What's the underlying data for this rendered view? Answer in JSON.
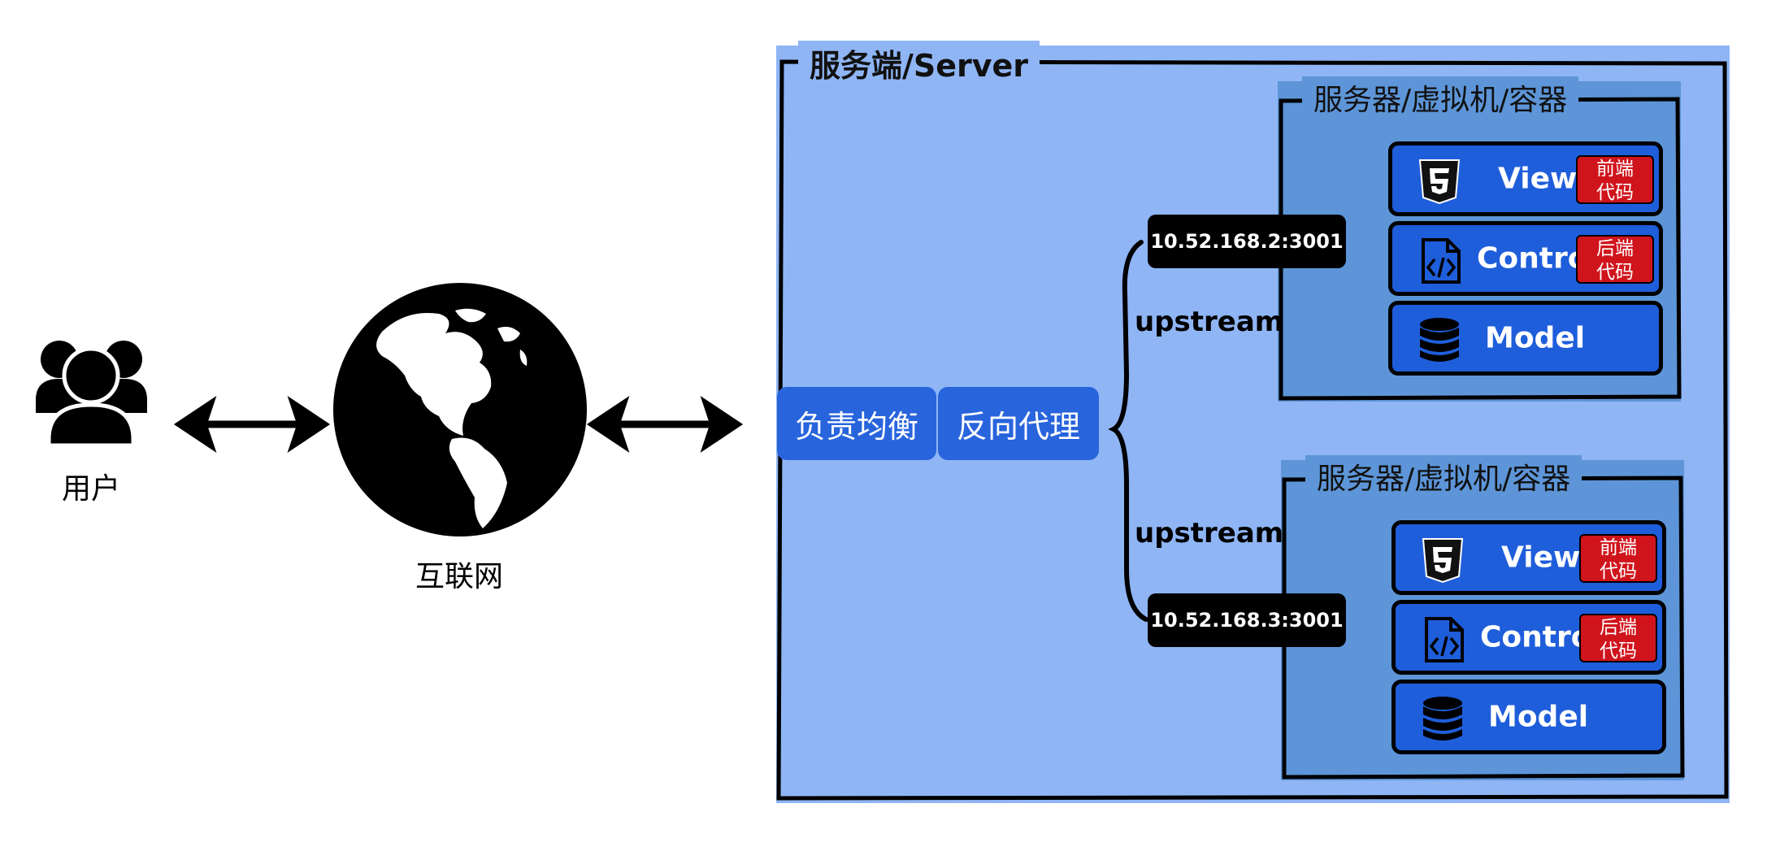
{
  "user": {
    "label": "用户",
    "icon": "users-icon"
  },
  "internet": {
    "label": "互联网",
    "icon": "globe-icon"
  },
  "server": {
    "title": "服务端/Server",
    "load_balance": "负责均衡",
    "reverse_proxy": "反向代理",
    "upstream_label": "upstream",
    "hosts": [
      {
        "title": "服务器/虚拟机/容器",
        "address": "10.52.168.2:3001",
        "layers": {
          "view": {
            "label": "View",
            "icon": "html5-icon",
            "tag": [
              "前端",
              "代码"
            ]
          },
          "control": {
            "label": "Control",
            "icon": "code-file-icon",
            "tag": [
              "后端",
              "代码"
            ]
          },
          "model": {
            "label": "Model",
            "icon": "database-icon"
          }
        }
      },
      {
        "title": "服务器/虚拟机/容器",
        "address": "10.52.168.3:3001",
        "layers": {
          "view": {
            "label": "View",
            "icon": "html5-icon",
            "tag": [
              "前端",
              "代码"
            ]
          },
          "control": {
            "label": "Control",
            "icon": "code-file-icon",
            "tag": [
              "后端",
              "代码"
            ]
          },
          "model": {
            "label": "Model",
            "icon": "database-icon"
          }
        }
      }
    ]
  },
  "colors": {
    "server_bg": "#8fb5f5",
    "host_bg": "#5d95d8",
    "layer_bg": "#1f5edb",
    "proxy_bg": "#2864dc",
    "tag_bg": "#d0141c"
  }
}
